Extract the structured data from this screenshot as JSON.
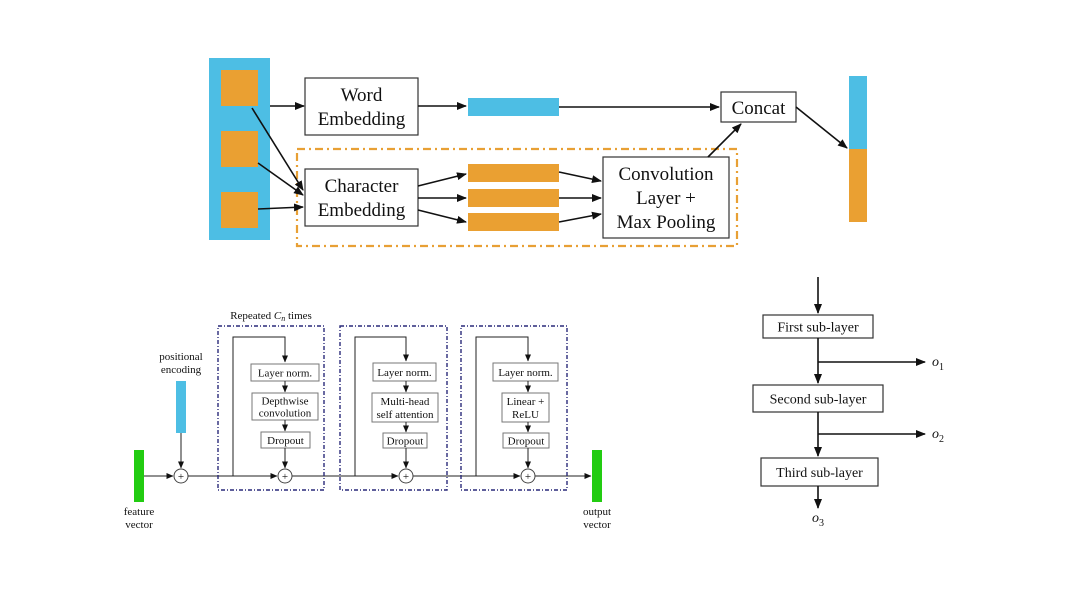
{
  "colors": {
    "word_blue": "#4dbee4",
    "char_orange": "#eaa032",
    "vector_green": "#22cc11",
    "block_border": "#2a2a7a",
    "char_group_border": "#e8a035"
  },
  "top_diagram": {
    "word_embedding_label": [
      "Word",
      "Embedding"
    ],
    "char_embedding_label": [
      "Character",
      "Embedding"
    ],
    "conv_label": [
      "Convolution",
      "Layer +",
      "Max Pooling"
    ],
    "concat_label": "Concat",
    "input_token_count": 3,
    "char_vector_count": 3
  },
  "encoder_block": {
    "repeated_label_prefix": "Repeated ",
    "repeated_var": "C",
    "repeated_sub": "n",
    "repeated_label_suffix": " times",
    "positional_encoding_label": [
      "positional",
      "encoding"
    ],
    "feature_vector_label": [
      "feature",
      "vector"
    ],
    "output_vector_label": [
      "output",
      "vector"
    ],
    "sublayers": [
      {
        "norm": "Layer norm.",
        "op": [
          "Depthwise",
          "convolution"
        ],
        "dropout": "Dropout"
      },
      {
        "norm": "Layer norm.",
        "op": [
          "Multi-head",
          "self attention"
        ],
        "dropout": "Dropout"
      },
      {
        "norm": "Layer norm.",
        "op": [
          "Linear +",
          "ReLU"
        ],
        "dropout": "Dropout"
      }
    ],
    "plus_symbol": "+"
  },
  "multi_output": {
    "layers": [
      "First sub-layer",
      "Second sub-layer",
      "Third sub-layer"
    ],
    "outputs": [
      {
        "var": "o",
        "sub": "1"
      },
      {
        "var": "o",
        "sub": "2"
      },
      {
        "var": "o",
        "sub": "3"
      }
    ]
  }
}
